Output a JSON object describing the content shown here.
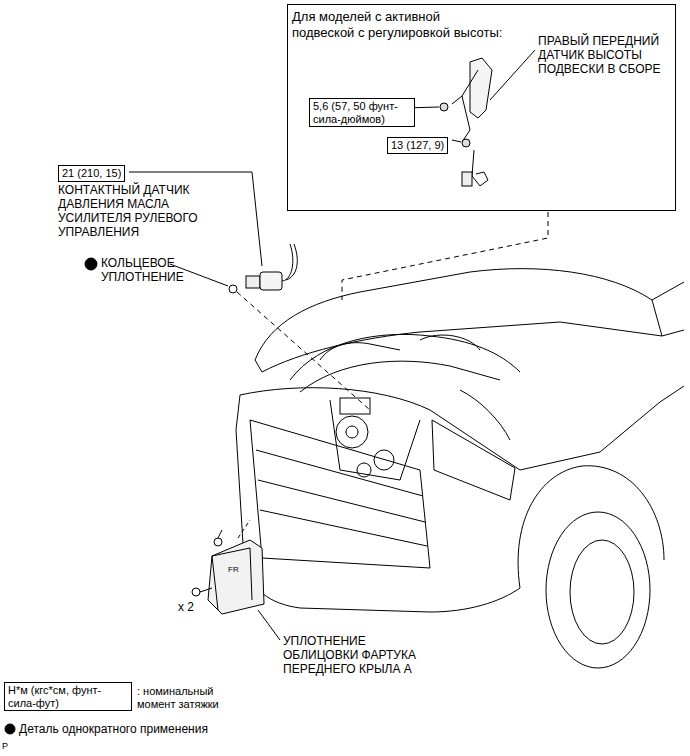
{
  "diagram": {
    "nodes": [
      {
        "text": [
          "Для моделей с активной подвеской с регулировкой высоты:"
        ]
      },
      {
        "text": [
          "5,6 (57, 50 фунт-сила-дюймов)"
        ],
        "in": 0
      },
      {
        "text": [
          "13 (127, 9)"
        ],
        "in": 0
      },
      {
        "text": [
          "21 (210, 15)"
        ]
      },
      {
        "text": [
          "Н*м (кгс*см, фунт-сила-фут)"
        ]
      }
    ],
    "labels": [
      "ПРАВЫЙ ПЕРЕДНИЙ ДАТЧИК ВЫСОТЫ ПОДВЕСКИ В СБОРЕ",
      "КОНТАКТНЫЙ ДАТЧИК ДАВЛЕНИЯ МАСЛА УСИЛИТЕЛЯ РУЛЕВОГО УПРАВЛЕНИЯ",
      "КОЛЬЦЕВОЕ УПЛОТНЕНИЕ",
      "x 2",
      "УПЛОТНЕНИЕ ОБЛИЦОВКИ ФАРТУКА ПЕРЕДНЕГО КРЫЛА А",
      ": номинальный момент затяжки",
      "P",
      "FR"
    ],
    "legend": [
      {
        "text": "Деталь однократного применения"
      }
    ]
  }
}
